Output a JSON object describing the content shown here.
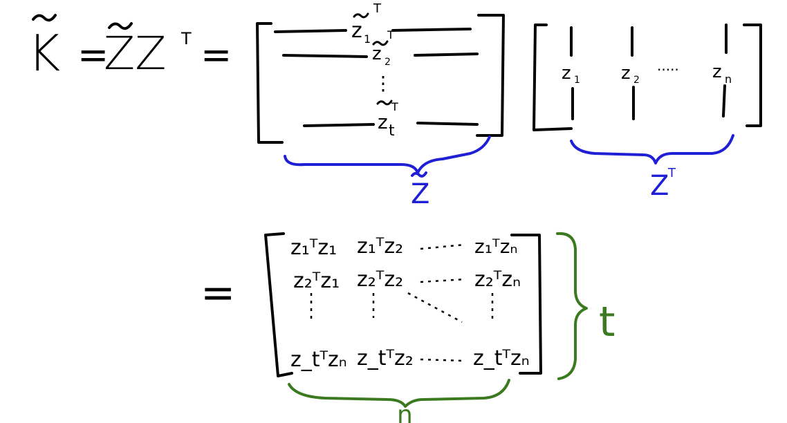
{
  "equation": {
    "lhs": "K",
    "eq1": "=",
    "middle": "ZZ",
    "transpose_sup": "T",
    "eq2": "=",
    "eq3": "="
  },
  "matrix_ztilde": {
    "rows": [
      "z",
      "z",
      "z"
    ],
    "row_subs": [
      "1",
      "2",
      "t"
    ],
    "row_sup": "T",
    "vdots": "⋮"
  },
  "matrix_zT": {
    "cols": [
      "z",
      "z",
      "z"
    ],
    "col_subs": [
      "1",
      "2",
      "n"
    ],
    "hdots": "·····"
  },
  "braces": {
    "under_ztilde": "Z",
    "under_zT": "Z",
    "under_zT_sup": "T",
    "side_rows": "t",
    "under_cols": "n"
  },
  "product_matrix": {
    "rows": [
      [
        "z₁ᵀz₁",
        "z₁ᵀz₂",
        "z₁ᵀzₙ"
      ],
      [
        "z₂ᵀz₁",
        "z₂ᵀz₂",
        "z₂ᵀzₙ"
      ],
      [
        "z_tᵀzₙ",
        "z_tᵀz₂",
        "z_tᵀzₙ"
      ]
    ]
  },
  "colors": {
    "ink": "#000000",
    "blue": "#1f1fd6",
    "green": "#3b7a1f"
  }
}
